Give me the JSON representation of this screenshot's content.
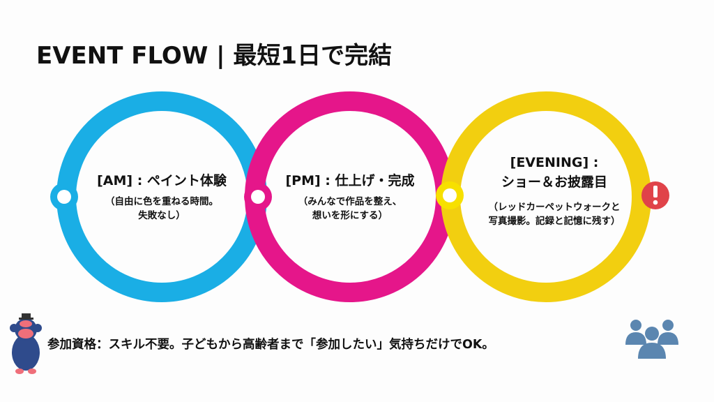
{
  "title": "EVENT FLOW | 最短1日で完結",
  "colors": {
    "am": "#1aaee5",
    "pm": "#e5168a",
    "evening": "#f2cf10",
    "alert": "#e04349",
    "people": "#5b86b0"
  },
  "steps": [
    {
      "heading": "[AM] : ペイント体験",
      "desc1": "（自由に色を重ねる時間。",
      "desc2": "失敗なし）"
    },
    {
      "heading": "[PM] : 仕上げ・完成",
      "desc1": "（みんなで作品を整え、",
      "desc2": "想いを形にする）"
    },
    {
      "heading": "[EVENING] :",
      "heading2": "ショー＆お披露目",
      "desc1": "（レッドカーペットウォークと",
      "desc2": "写真撮影。記録と記憶に残す）"
    }
  ],
  "footer": "参加資格：スキル不要。子どもから高齢者まで「参加したい」気持ちだけでOK。",
  "icons": [
    "mascot-icon",
    "alert-icon",
    "people-group-icon"
  ]
}
